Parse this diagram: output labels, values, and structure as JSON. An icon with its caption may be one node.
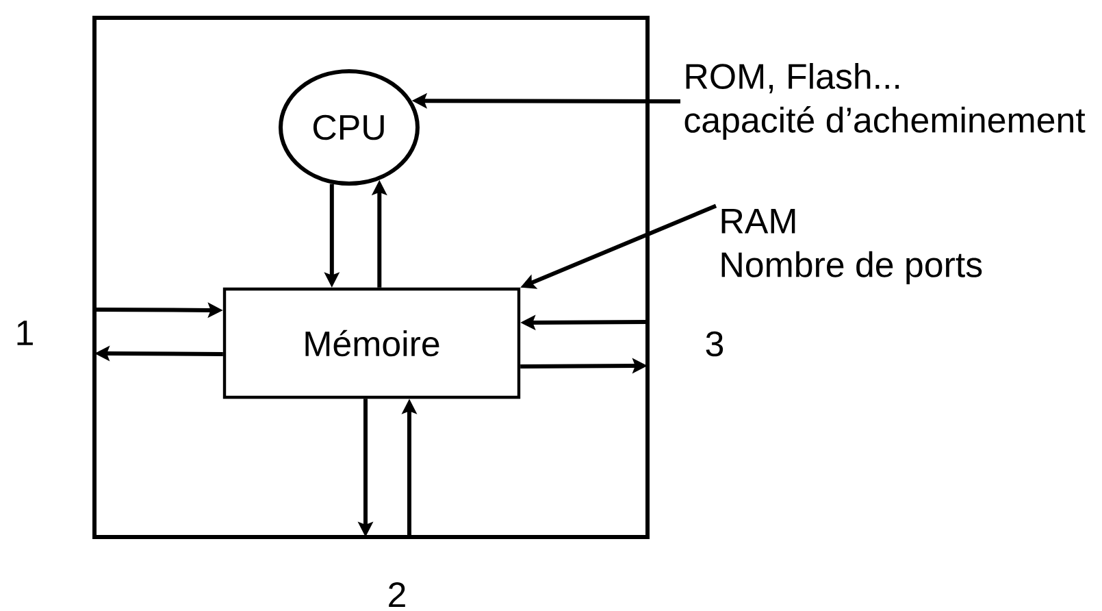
{
  "diagram": {
    "nodes": [
      {
        "text": [],
        "shape": "box"
      },
      {
        "text": [
          "CPU"
        ],
        "in": 0
      },
      {
        "text": [
          "Mémoire"
        ],
        "in": 0
      },
      {
        "text": [
          "ROM, Flash...",
          "capacité d’acheminement"
        ]
      },
      {
        "text": [
          "RAM",
          "Nombre de ports"
        ]
      }
    ],
    "edges": [
      {
        "from": 3,
        "to": 1,
        "arrow": "to"
      },
      {
        "from": 4,
        "to": 2,
        "arrow": "to"
      },
      {
        "from": 1,
        "to": 2,
        "arrow": "to"
      },
      {
        "from": 2,
        "to": 1,
        "arrow": "to"
      },
      {
        "from": null,
        "to": 2,
        "arrow": "to"
      },
      {
        "from": 2,
        "to": null,
        "arrow": "to"
      },
      {
        "from": null,
        "to": 2,
        "arrow": "to"
      },
      {
        "from": 2,
        "to": null,
        "arrow": "to"
      },
      {
        "from": 2,
        "to": null,
        "arrow": "to"
      },
      {
        "from": null,
        "to": 2,
        "arrow": "to"
      }
    ],
    "labels": [
      "1",
      "3",
      "2"
    ]
  }
}
